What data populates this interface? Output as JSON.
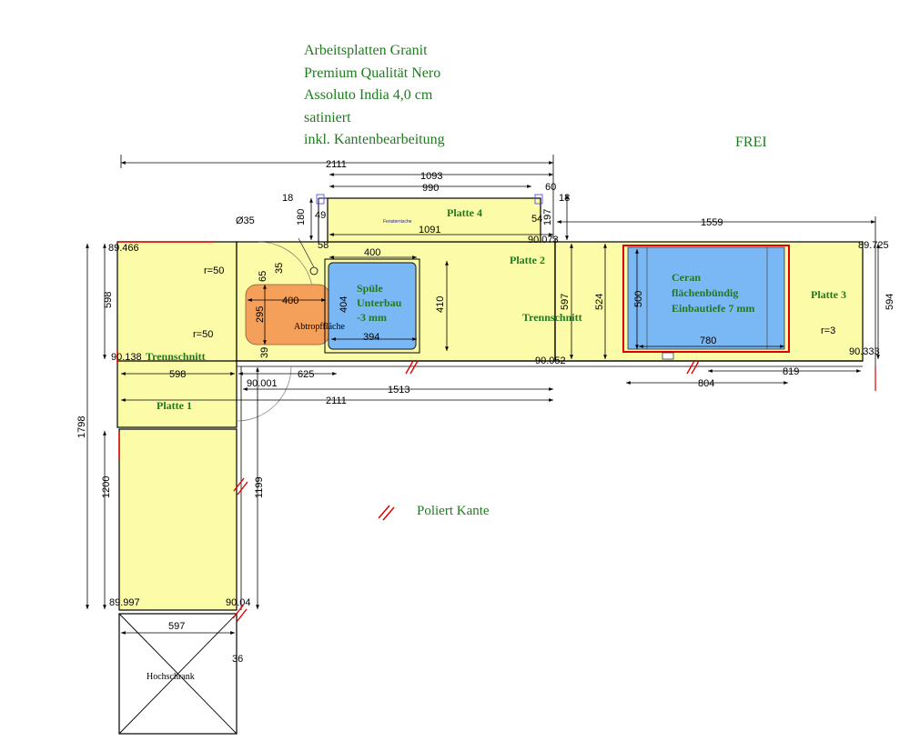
{
  "title_lines": [
    "Arbeitsplatten Granit",
    "Premium Qualität Nero",
    "Assoluto India 4,0 cm",
    "satiniert",
    "inkl. Kantenbearbeitung"
  ],
  "frei": "FREI",
  "legend": {
    "label": "Poliert Kante"
  },
  "colors": {
    "worktop": "#fbfba8",
    "sink": "#7ab8f5",
    "drainboard": "#f5a05a",
    "cooktop": "#7ab8f5",
    "label": "#1f7a1f",
    "polished": "#e00000"
  },
  "labels": {
    "platte1": "Platte 1",
    "platte2": "Platte 2",
    "platte3": "Platte 3",
    "platte4": "Platte 4",
    "fensternische": "Fensternische",
    "trennschnitt": "Trennschnitt",
    "spuele": [
      "Spüle",
      "Unterbau",
      "-3 mm"
    ],
    "abtropf": "Abtropffläche",
    "ceran": [
      "Ceran",
      "flächenbündig",
      "Einbautiefe 7 mm"
    ],
    "hochschrank": "Hochschrank"
  },
  "dims": {
    "d2111_top": "2111",
    "d1093": "1093",
    "d990": "990",
    "d60": "60",
    "d18a": "18",
    "d18b": "18",
    "d180": "180",
    "d49": "49",
    "d54": "54",
    "d197": "197",
    "d1091": "1091",
    "d1559": "1559",
    "d35dia": "Ø35",
    "d400_sink": "400",
    "d35": "35",
    "d58": "58",
    "r50a": "r=50",
    "r50b": "r=50",
    "r3": "r=3",
    "d65": "65",
    "d400_drain": "400",
    "d295": "295",
    "d404": "404",
    "d410": "410",
    "d394": "394",
    "d39": "39",
    "d598_v": "598",
    "d598_h": "598",
    "d597_v": "597",
    "d524": "524",
    "d500": "500",
    "d594": "594",
    "d780": "780",
    "d819": "819",
    "d804": "804",
    "d625": "625",
    "d1513": "1513",
    "d2111_mid": "2111",
    "d1798": "1798",
    "d1200": "1200",
    "d1199": "1199",
    "d597_h": "597",
    "d36": "36",
    "a89466": "89.466",
    "a90138": "90.138",
    "a90001": "90.001",
    "a90052": "90.052",
    "a90073": "90.073",
    "a89725": "89.725",
    "a90333": "90.333",
    "a89997": "89.997",
    "a9004": "90.04"
  }
}
